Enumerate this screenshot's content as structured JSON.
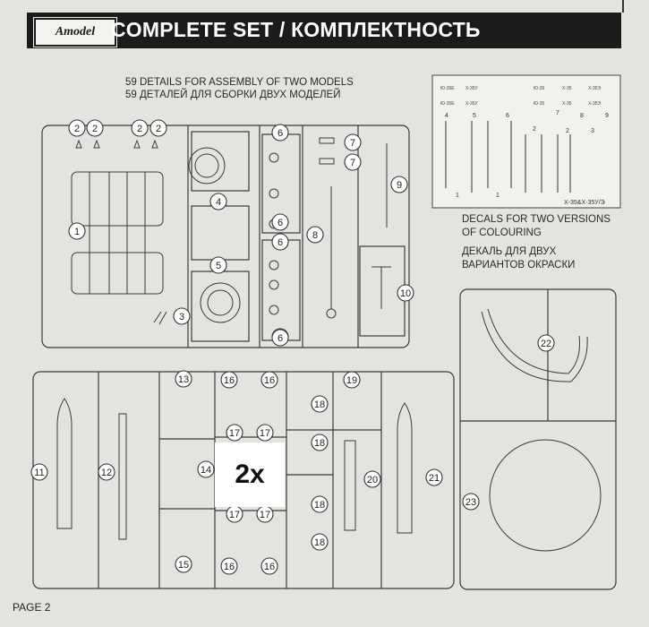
{
  "header": {
    "logo_text": "Amodel",
    "title": "COMPLETE SET / КОМПЛЕКТНОСТЬ"
  },
  "details": {
    "line_en": "59 DETAILS FOR ASSEMBLY OF TWO MODELS",
    "line_ru": "59 ДЕТАЛЕЙ ДЛЯ СБОРКИ ДВУХ МОДЕЛЕЙ"
  },
  "decals": {
    "line1": "DECALS FOR TWO VERSIONS",
    "line2": "OF COLOURING",
    "line3": "ДЕКАЛЬ ДЛЯ ДВУХ",
    "line4": "ВАРИАНТОВ ОКРАСКИ",
    "sheet_caption": "Х-35&Х-35У/Э",
    "sheet_numbers": [
      "4",
      "5",
      "6",
      "7",
      "8",
      "9",
      "1",
      "1",
      "2",
      "2",
      "3"
    ]
  },
  "multiplier": "2x",
  "page_label": "PAGE 2",
  "callouts": [
    "1",
    "2",
    "2",
    "2",
    "2",
    "3",
    "4",
    "5",
    "6",
    "6",
    "6",
    "6",
    "6",
    "7",
    "7",
    "8",
    "9",
    "10",
    "11",
    "12",
    "13",
    "14",
    "15",
    "16",
    "16",
    "16",
    "16",
    "17",
    "17",
    "17",
    "17",
    "18",
    "18",
    "18",
    "18",
    "19",
    "20",
    "21",
    "22",
    "23"
  ]
}
